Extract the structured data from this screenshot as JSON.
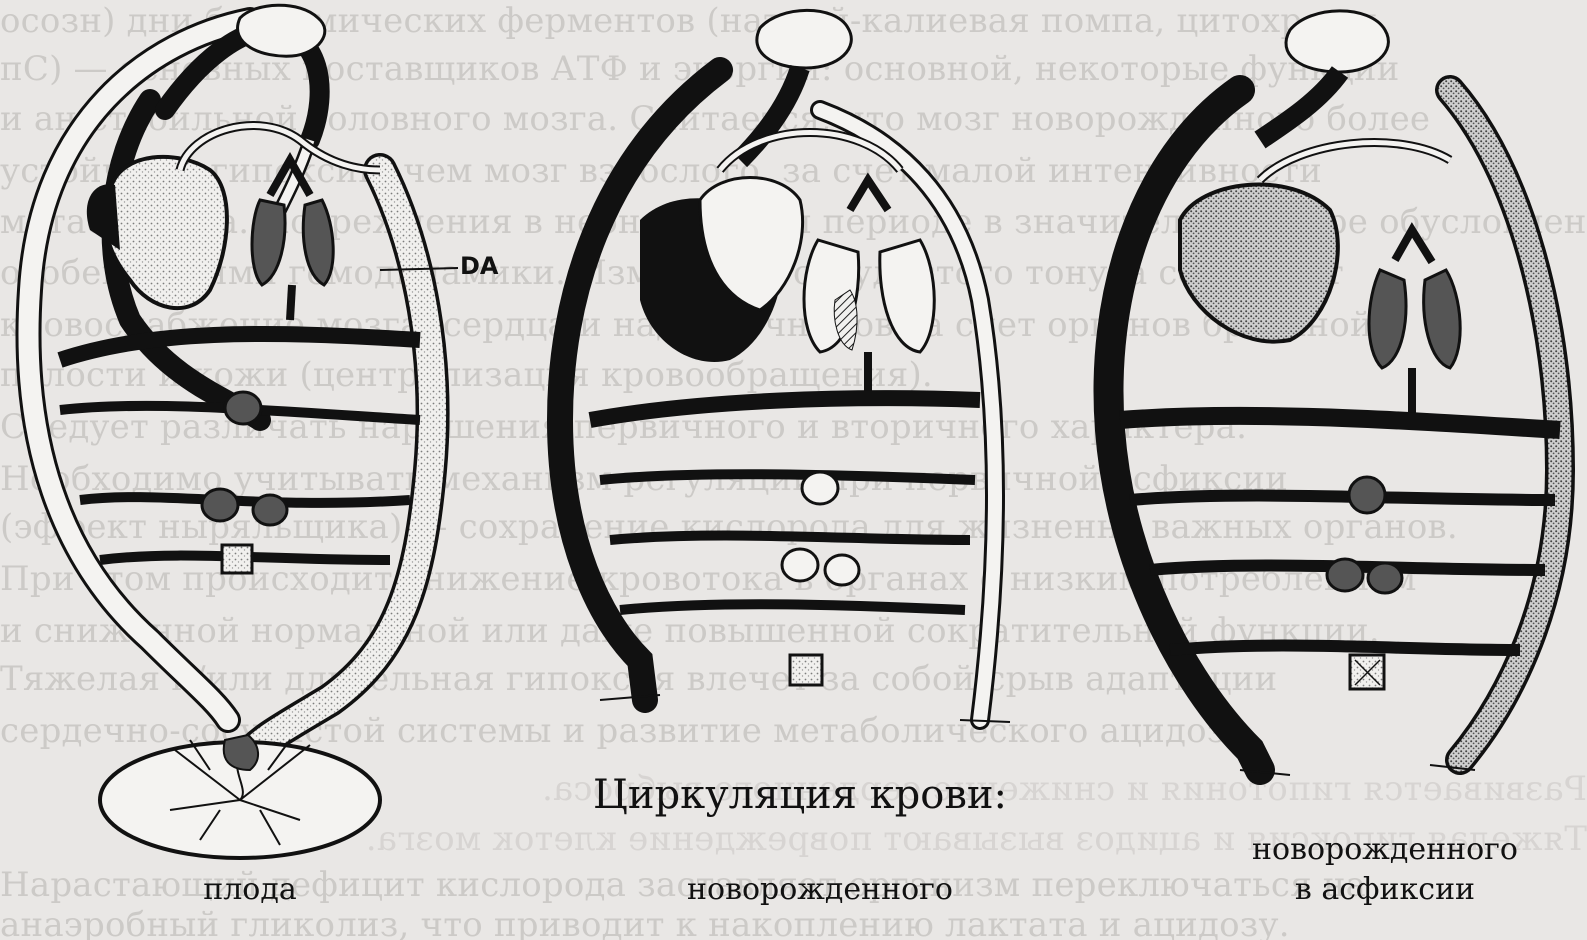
{
  "diagram": {
    "heading": "Циркуляция крови:",
    "panels": [
      {
        "caption": "плода"
      },
      {
        "caption": "новорожденного"
      },
      {
        "caption_line1": "новорожденного",
        "caption_line2": "в асфиксии"
      }
    ],
    "labels": {
      "ductus": "DA"
    }
  },
  "colors": {
    "paper": "#e9e7e5",
    "ink": "#111111",
    "background_text": "#b6b3b0",
    "stipple": "#9a9a9a"
  },
  "background_text_lines": [
    "осозн) дни биохимических ферментов (натрий-калиевая помпа, цитохромы",
    "пС) — основных поставщиков АТФ и энергии: основной, некоторые функции",
    "и ан-стабильной головного мозга. Считается, что мозг новорожденного более",
    "устойчив к гипоксии, чем мозг взрослого, за счет малой интенсивности",
    "метаболизма. Повреждения в неонатальном периоде в значительной мере обусловлены",
    "особенностями гемодинамики. Изменение сосудистого тонуса сохраняет",
    "кровоснабжение мозга, сердца и надпочечников за счет органов брюшной",
    "полости и кожи (централизация кровообращения).",
    "Следует различать нарушения первичного и вторичного характера.",
    "Необходимо учитывать механизм регуляции при первичной асфиксии",
    "(эффект ныряльщика) — сохранение кислорода для жизненно важных органов.",
    "При этом происходит снижение кровотока в органах с низким потреблением",
    "и сниженной нормальной или даже повышенной сократительной функции.",
    "Тяжелая и/или длительная гипоксия влечет за собой срыв адаптации",
    "сердечно-сосудистой системы и развитие метаболического ацидоза.",
    "Развивается гипотония и снижение сердечного выброса.",
    "Тяжелая гипоксия и ацидоз вызывают повреждение клеток мозга.",
    "Нарастающий дефицит кислорода заставляет организм переключаться на",
    "анаэробный гликолиз, что приводит к накоплению лактата и ацидозу."
  ]
}
